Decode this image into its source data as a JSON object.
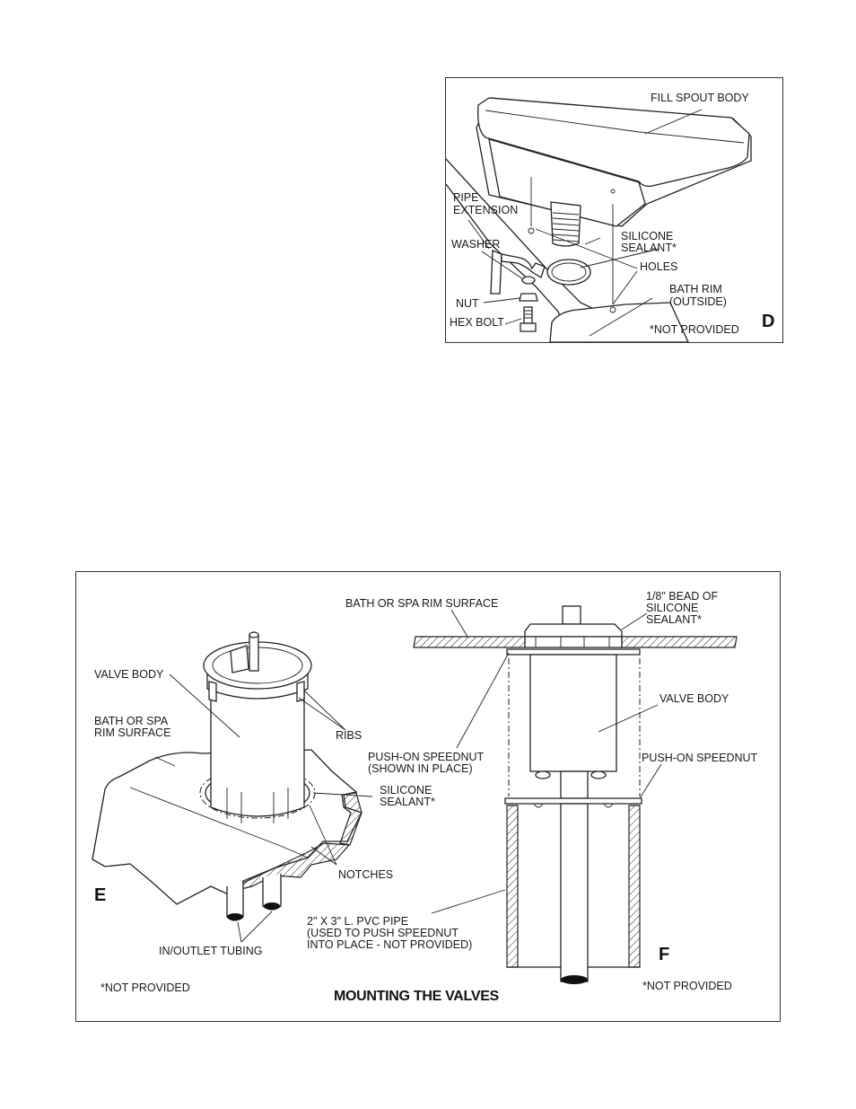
{
  "figure_d": {
    "letter": "D",
    "labels": {
      "fill_spout_body": "FILL SPOUT BODY",
      "pipe_extension_1": "PIPE",
      "pipe_extension_2": "EXTENSION",
      "silicone_sealant_1": "SILICONE",
      "silicone_sealant_2": "SEALANT*",
      "washer": "WASHER",
      "holes": "HOLES",
      "bath_rim_1": "BATH RIM",
      "bath_rim_2": "(OUTSIDE)",
      "nut": "NUT",
      "hex_bolt": "HEX BOLT",
      "not_provided": "*NOT PROVIDED"
    }
  },
  "figure_e": {
    "letter": "E",
    "labels": {
      "valve_body": "VALVE BODY",
      "bath_rim_1": "BATH OR SPA",
      "bath_rim_2": "RIM SURFACE",
      "ribs": "RIBS",
      "silicone_1": "SILICONE",
      "silicone_2": "SEALANT*",
      "notches": "NOTCHES",
      "tubing": "IN/OUTLET TUBING",
      "not_provided": "*NOT PROVIDED"
    }
  },
  "figure_f": {
    "letter": "F",
    "labels": {
      "rim_surface": "BATH OR SPA RIM SURFACE",
      "bead_1": "1/8\" BEAD OF",
      "bead_2": "SILICONE",
      "bead_3": "SEALANT*",
      "valve_body": "VALVE BODY",
      "speednut_placed_1": "PUSH-ON SPEEDNUT",
      "speednut_placed_2": "(SHOWN IN PLACE)",
      "speednut": "PUSH-ON SPEEDNUT",
      "pvc_1": "2\" X 3\" L. PVC PIPE",
      "pvc_2": "(USED TO  PUSH SPEEDNUT",
      "pvc_3": "INTO PLACE - NOT PROVIDED)",
      "not_provided": "*NOT PROVIDED"
    }
  },
  "caption": "MOUNTING THE VALVES"
}
